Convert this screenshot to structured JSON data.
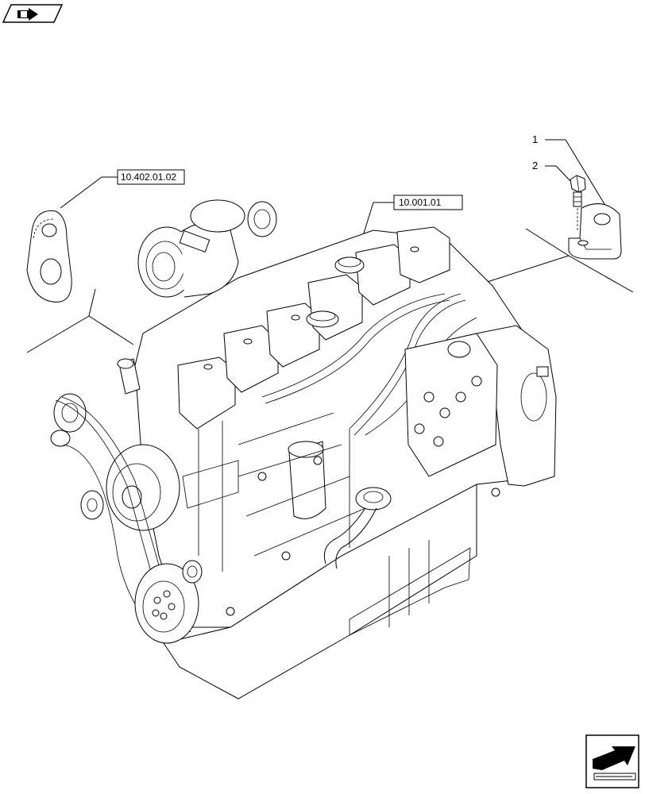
{
  "refs": {
    "ref_left": "10.402.01.02",
    "ref_center": "10.001.01"
  },
  "callouts": {
    "item_1": "1",
    "item_2": "2"
  },
  "icons": {
    "top_left": "book-arrow-icon",
    "bottom_right": "next-page-arrow-icon"
  }
}
